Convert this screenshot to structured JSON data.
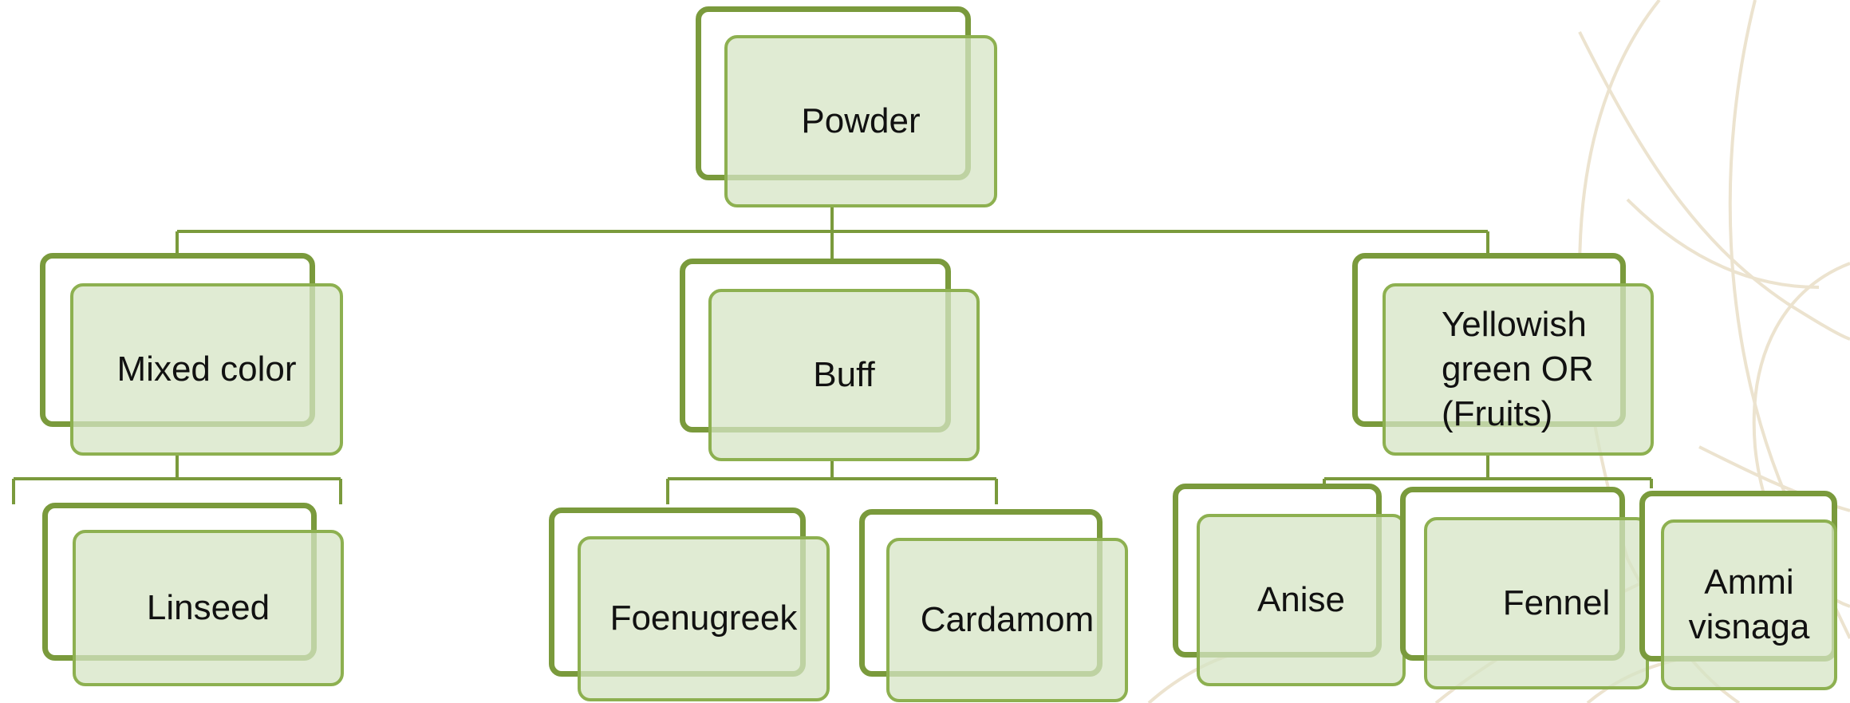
{
  "diagram": {
    "root": {
      "label": "Powder"
    },
    "branches": [
      {
        "label": "Mixed color",
        "children": [
          {
            "label": "Linseed"
          }
        ]
      },
      {
        "label": "Buff",
        "children": [
          {
            "label": "Foenugreek"
          },
          {
            "label": "Cardamom"
          }
        ]
      },
      {
        "label": "Yellowish green OR (Fruits)",
        "children": [
          {
            "label": "Anise"
          },
          {
            "label": "Fennel"
          },
          {
            "label": "Ammi visnaga"
          }
        ]
      }
    ]
  },
  "colors": {
    "box_outline": "#7a9a3c",
    "box_fill": "#d6e4c4",
    "connector": "#7a9a3c",
    "background_motif": "#e9dfc8"
  }
}
